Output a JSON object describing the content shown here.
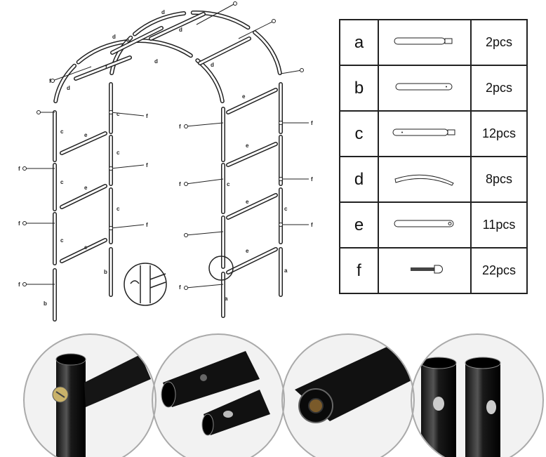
{
  "parts": [
    {
      "letter": "a",
      "count": "2pcs",
      "icon": "long-tube-with-stub"
    },
    {
      "letter": "b",
      "count": "2pcs",
      "icon": "short-tube-with-hole"
    },
    {
      "letter": "c",
      "count": "12pcs",
      "icon": "tube-with-hole-and-stub"
    },
    {
      "letter": "d",
      "count": "8pcs",
      "icon": "curved-tube"
    },
    {
      "letter": "e",
      "count": "11pcs",
      "icon": "crossbar-tube"
    },
    {
      "letter": "f",
      "count": "22pcs",
      "icon": "screw"
    }
  ],
  "diagram": {
    "labels": [
      "f",
      "f",
      "f",
      "f",
      "f",
      "f",
      "f",
      "f",
      "f",
      "f",
      "f",
      "f",
      "f",
      "f",
      "c",
      "c",
      "c",
      "c",
      "c",
      "c",
      "c",
      "c",
      "b",
      "b",
      "a",
      "a",
      "d",
      "d",
      "d",
      "d",
      "d",
      "d",
      "e",
      "e",
      "e",
      "e",
      "e",
      "e",
      "e",
      "e"
    ]
  },
  "photos": [
    "screw-joint-closeup",
    "tube-ends-with-holes",
    "threaded-tube-end",
    "tubes-with-holes"
  ]
}
